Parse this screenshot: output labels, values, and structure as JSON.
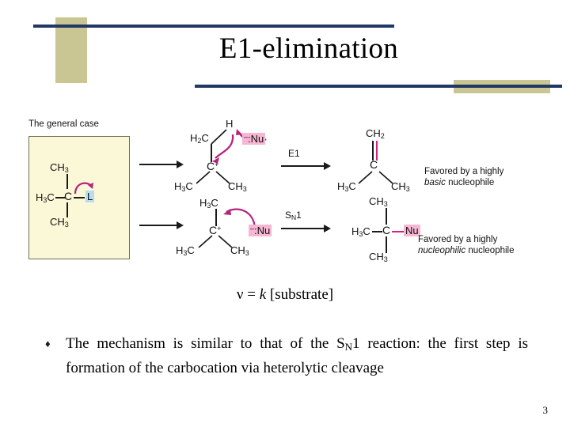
{
  "slide": {
    "title": "E1-elimination",
    "page_number": "3",
    "accent_navy": "#1f3864",
    "accent_tan": "#c9c693"
  },
  "figure": {
    "general_case_label": "The general case",
    "substrate": {
      "top_group": "CH3",
      "left_group": "H3C",
      "center_atom": "C",
      "right_group": "L",
      "bottom_group": "CH3",
      "leaving_group_highlight": "#b9dcee"
    },
    "intermediate_e1": {
      "top_left_group": "H2C",
      "top_right_atom": "H",
      "center_atom": "C",
      "center_charge": "+",
      "left_group": "H3C",
      "right_group": "CH3",
      "nucleophile": ":Nu",
      "nucleophile_charge": "–",
      "nucleophile_highlight": "#f6b6d4"
    },
    "intermediate_sn1": {
      "top_group": "H3C",
      "center_atom": "C",
      "center_charge": "+",
      "left_group": "H3C",
      "right_group": "CH3",
      "nucleophile": ":Nu",
      "nucleophile_charge": "–",
      "nucleophile_highlight": "#f6b6d4"
    },
    "arrows": {
      "step1_top": "",
      "step1_bottom": "",
      "e1_label": "E1",
      "sn1_label_main": "S",
      "sn1_label_sub": "N",
      "sn1_label_tail": "1"
    },
    "product_alkene": {
      "top_group": "CH2",
      "center_atom": "C",
      "left_group": "H3C",
      "right_group": "CH3",
      "new_bond_color": "#d81f85"
    },
    "product_substitution": {
      "top_group": "CH3",
      "left_group": "H3C",
      "center_atom": "C",
      "right_group": "Nu",
      "bottom_group": "CH3",
      "nucleophile_highlight": "#f6b6d4",
      "new_bond_color": "#d81f85"
    },
    "note_e1": {
      "line1": "Favored by a highly",
      "emphasis": "basic",
      "line2_tail": "nucleophile"
    },
    "note_sn1": {
      "line1": "Favored by a highly",
      "emphasis": "nucleophilic",
      "line2_tail": "nucleophile"
    },
    "arrow_color_curved": "#b5237c"
  },
  "rate_equation": {
    "nu_symbol": "ν",
    "equals": "=",
    "rate_constant": "k",
    "term": "[substrate]"
  },
  "bullet": {
    "marker": "♦",
    "text_part1": "The mechanism is similar to that of the S",
    "text_sub": "N",
    "text_part2": "1 reaction: the first step is formation of the carbocation via heterolytic cleavage"
  }
}
